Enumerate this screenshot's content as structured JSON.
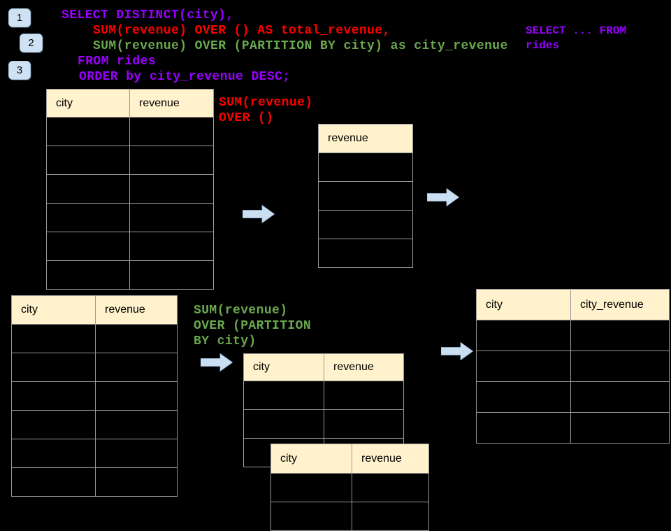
{
  "colors": {
    "background": "#000000",
    "sql_purple": "#9900ff",
    "sql_red": "#ff0000",
    "sql_green": "#6aa84f",
    "table_header_fill": "#fff2cc",
    "table_border": "#999999",
    "arrow_blue": "#cbdff3",
    "badge_blue": "#cfe2f3"
  },
  "badges": [
    {
      "label": "1"
    },
    {
      "label": "2"
    },
    {
      "label": "3"
    }
  ],
  "sql_code": {
    "lines": [
      {
        "text": "SELECT DISTINCT(city),",
        "color": "purple"
      },
      {
        "text": "SUM(revenue) OVER () AS total_revenue,",
        "color": "red"
      },
      {
        "text": "SUM(revenue) OVER (PARTITION BY city) as city_revenue",
        "color": "green"
      },
      {
        "text": "FROM rides",
        "color": "purple"
      },
      {
        "text": "ORDER by city_revenue DESC;",
        "color": "purple"
      }
    ]
  },
  "side_note": {
    "lines": [
      {
        "text": "SELECT ... FROM",
        "color": "purple"
      },
      {
        "text": "rides",
        "color": "purple"
      }
    ]
  },
  "annotations": {
    "total_window": {
      "lines": [
        {
          "text": "SUM(revenue)",
          "color": "red"
        },
        {
          "text": "OVER ()",
          "color": "red"
        }
      ]
    },
    "partition_window": {
      "lines": [
        {
          "text": "SUM(revenue)",
          "color": "green"
        },
        {
          "text": "OVER (PARTITION",
          "color": "green"
        },
        {
          "text": "BY city)",
          "color": "green"
        }
      ]
    }
  },
  "tables": {
    "source_top": {
      "headers": [
        "city",
        "revenue"
      ],
      "empty_rows": 6
    },
    "total_revenue": {
      "headers": [
        "revenue"
      ],
      "empty_rows": 4
    },
    "source_bottom": {
      "headers": [
        "city",
        "revenue"
      ],
      "empty_rows": 6
    },
    "partition_a": {
      "headers": [
        "city",
        "revenue"
      ],
      "empty_rows": 3
    },
    "partition_b": {
      "headers": [
        "city",
        "revenue"
      ],
      "empty_rows": 2
    },
    "result": {
      "headers": [
        "city",
        "city_revenue"
      ],
      "empty_rows": 4
    }
  }
}
